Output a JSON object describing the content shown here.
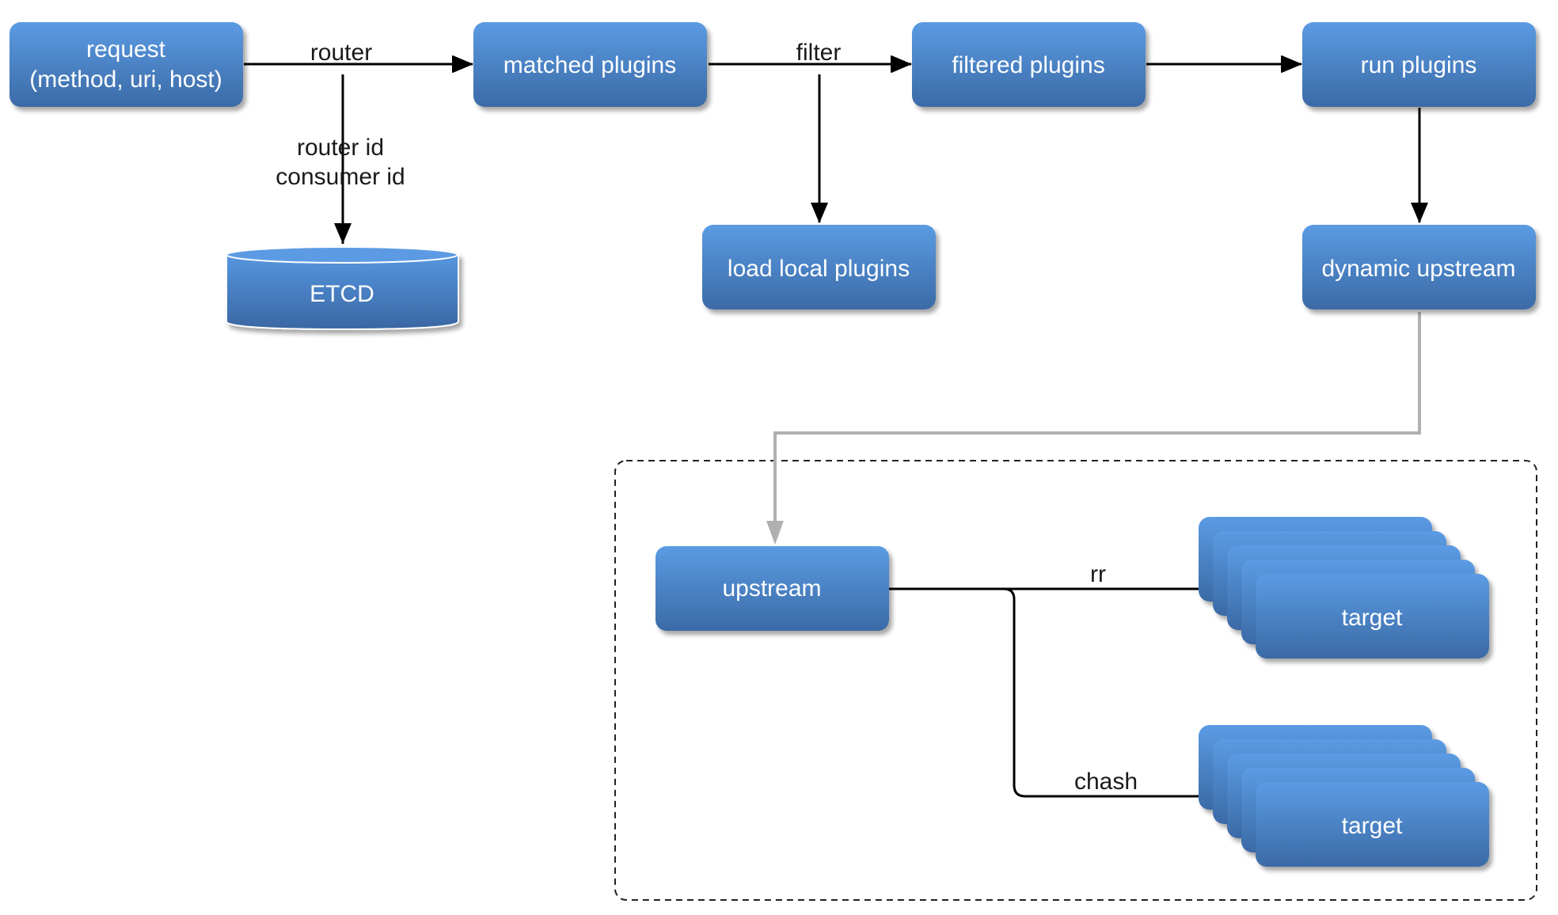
{
  "nodes": {
    "request": {
      "line1": "request",
      "line2": "(method, uri, host)"
    },
    "matched_plugins": "matched plugins",
    "filtered_plugins": "filtered plugins",
    "run_plugins": "run plugins",
    "etcd": "ETCD",
    "load_local_plugins": "load local plugins",
    "dynamic_upstream": "dynamic upstream",
    "upstream": "upstream",
    "target_rr": "target",
    "target_chash": "target"
  },
  "edges": {
    "router": "router",
    "filter": "filter",
    "router_ids": {
      "line1": "router id",
      "line2": "consumer id"
    },
    "rr": "rr",
    "chash": "chash"
  },
  "colors": {
    "box_top": "#5b9be3",
    "box_bottom": "#3b6aa6",
    "arrow": "#000000",
    "gray_arrow": "#b0b0b0",
    "group_border": "#222222"
  }
}
